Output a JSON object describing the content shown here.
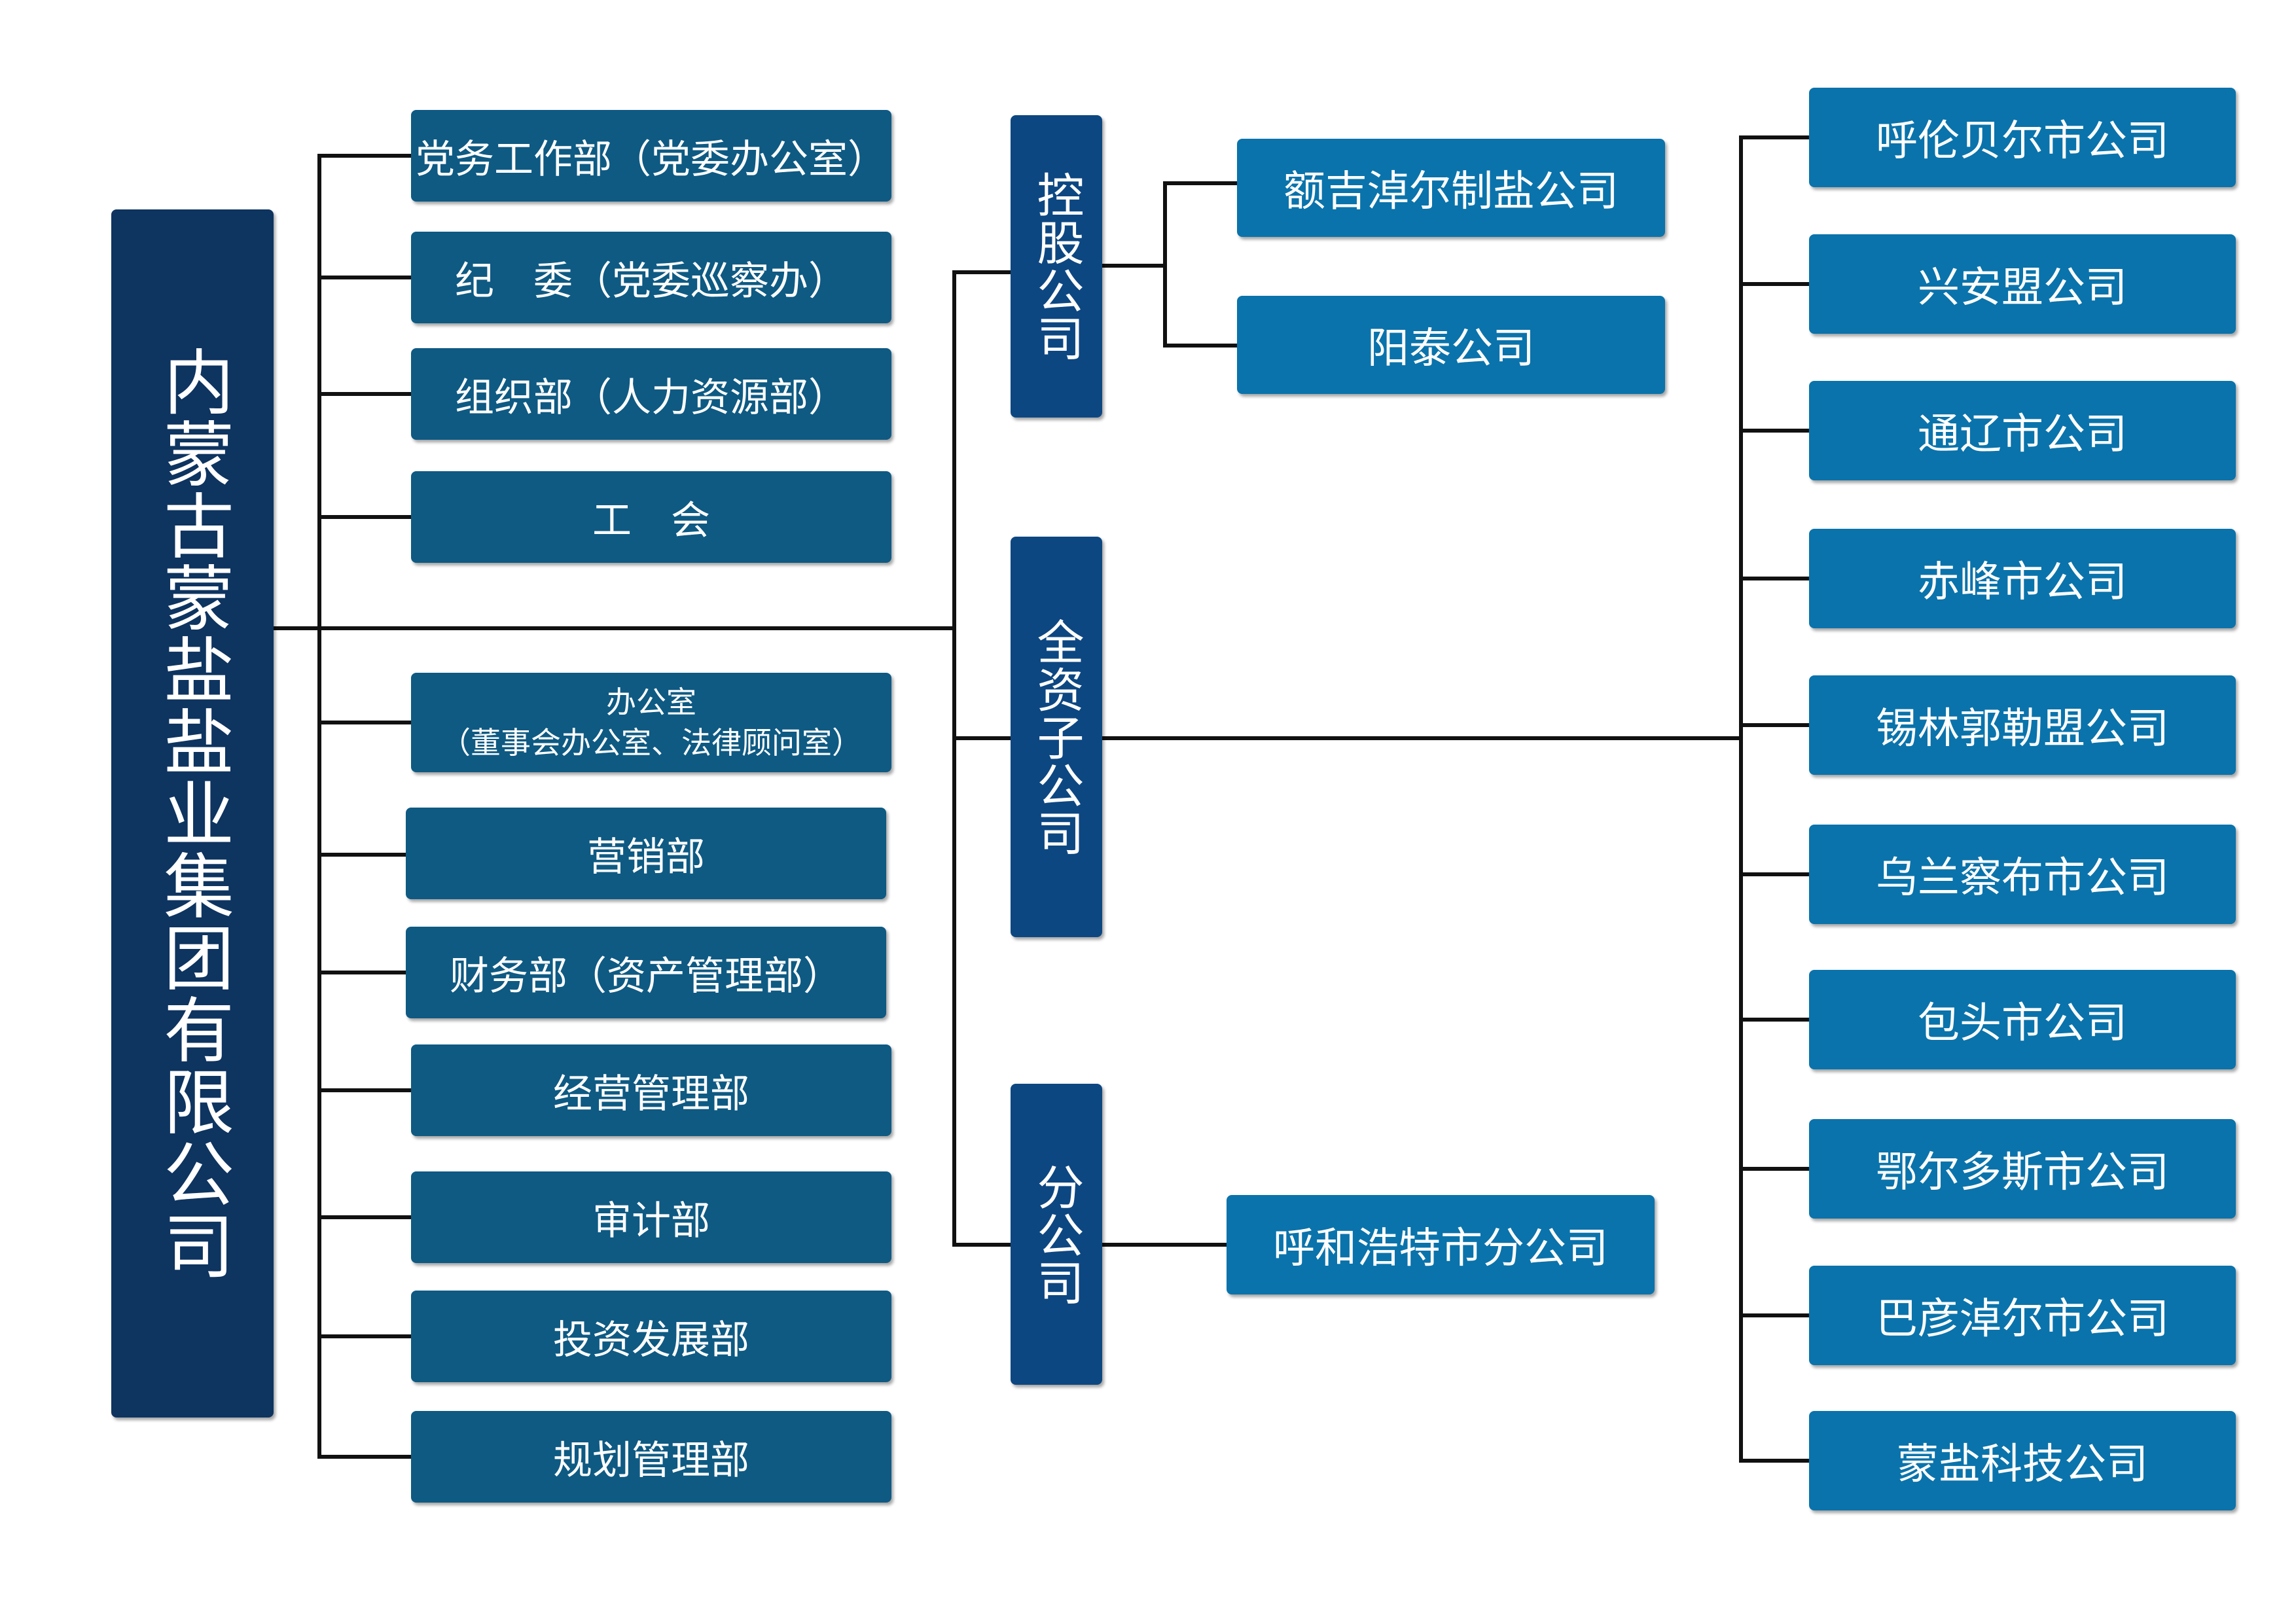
{
  "root": {
    "name": "内蒙古蒙盐盐业集团有限公司"
  },
  "departments": [
    "党务工作部（党委办公室）",
    "纪　委（党委巡察办）",
    "组织部（人力资源部）",
    "工　会",
    "办公室（董事会办公室、法律顾问室）",
    "营销部",
    "财务部（资产管理部）",
    "经营管理部",
    "审计部",
    "投资发展部",
    "规划管理部"
  ],
  "office": {
    "line1": "办公室",
    "line2": "（董事会办公室、法律顾问室）"
  },
  "categories": {
    "holding": "控股公司",
    "wholly_owned": "全资子公司",
    "branch": "分公司"
  },
  "holding_companies": [
    "额吉淖尔制盐公司",
    "阳泰公司"
  ],
  "branch_companies": [
    "呼和浩特市分公司"
  ],
  "wholly_owned_companies": [
    "呼伦贝尔市公司",
    "兴安盟公司",
    "通辽市公司",
    "赤峰市公司",
    "锡林郭勒盟公司",
    "乌兰察布市公司",
    "包头市公司",
    "鄂尔多斯市公司",
    "巴彦淖尔市公司",
    "蒙盐科技公司"
  ],
  "colors": {
    "root": "#0e3460",
    "department": "#0e5a83",
    "category": "#0d4782",
    "subsidiary": "#0a73ab",
    "connector": "#111111"
  }
}
